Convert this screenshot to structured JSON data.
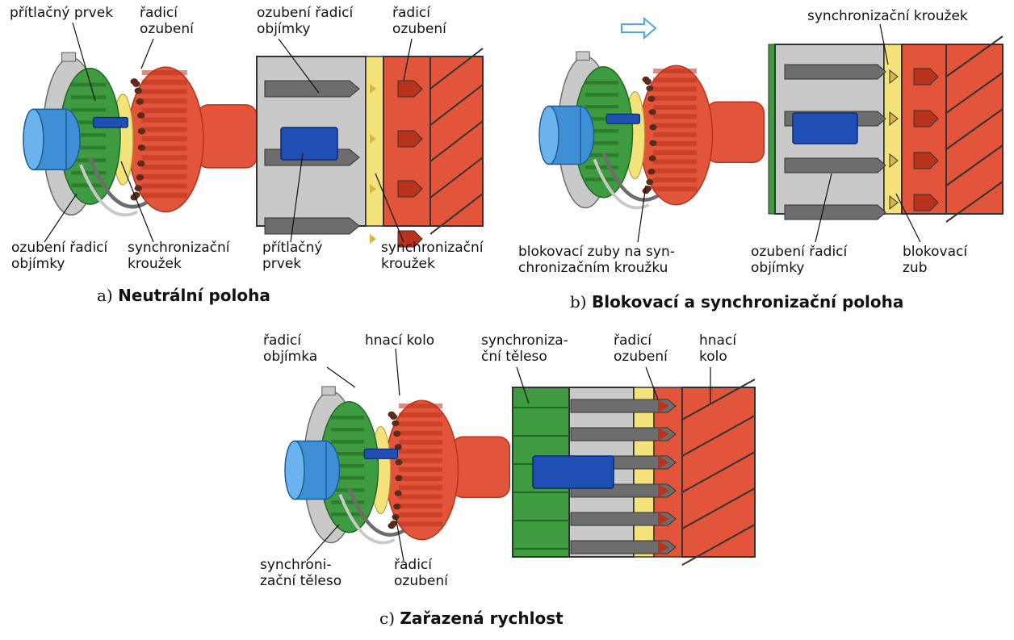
{
  "colors": {
    "gear_red": "#e2553a",
    "gear_red_dark": "#b8321c",
    "sleeve_green": "#3f9b3f",
    "sleeve_green_dark": "#1f6a23",
    "ring_yellow": "#f3e37a",
    "hub_blue": "#3f8fd6",
    "key_blue": "#1f4fb5",
    "sleeve_gray": "#c9c9c9",
    "gray_dark": "#6d6d6d",
    "arrow": "#4aa8e0"
  },
  "panels": {
    "a": {
      "caption_letter": "a)",
      "caption_title": "Neutrální poloha",
      "labels": {
        "pritlacny_prvek": "přítlačný prvek",
        "radici_ozubeni_top": "řadicí\nozubení",
        "ozubeni_objimky_bottom": "ozubení řadicí\nobjímky",
        "synchro_krouzek_bottom": "synchronizační\nkroužek",
        "ozubeni_objimky_schema": "ozubení řadicí\nobjímky",
        "radici_ozubeni_schema": "řadicí\nozubení",
        "pritlacny_prvek_schema": "přítlačný\nprvek",
        "synchro_krouzek_schema": "synchronizační\nkroužek"
      }
    },
    "b": {
      "caption_letter": "b)",
      "caption_title": "Blokovací a synchronizační poloha",
      "labels": {
        "synchro_krouzek_top": "synchronizační kroužek",
        "blokovaci_zuby": "blokovací zuby na syn-\nchronizačním kroužku",
        "ozubeni_objimky": "ozubení řadicí\nobjímky",
        "blokovaci_zub": "blokovací\nzub"
      }
    },
    "c": {
      "caption_letter": "c)",
      "caption_title": "Zařazená rychlost",
      "labels": {
        "radici_objimka": "řadicí\nobjímka",
        "hnaci_kolo": "hnací kolo",
        "synchro_teleso_bottom": "synchroni-\nzační těleso",
        "radici_ozubeni_bottom": "řadicí\nozubení",
        "synchro_teleso_schema": "synchroniza-\nční těleso",
        "radici_ozubeni_schema": "řadicí\nozubení",
        "hnaci_kolo_schema": "hnací\nkolo"
      }
    }
  }
}
